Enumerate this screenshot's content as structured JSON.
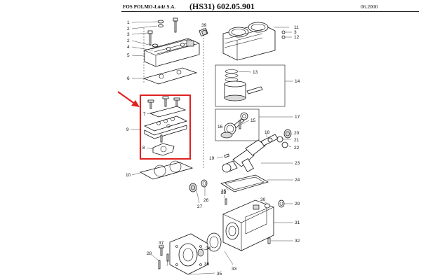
{
  "header": {
    "manufacturer": "FOS POLMO-Łódź S.A.",
    "part_number": "(HS31) 602.05.901",
    "date": "06.2000"
  },
  "highlight_color": "#e02020",
  "callouts": {
    "c1": "1",
    "c2a": "2",
    "c3a": "3",
    "c2b": "2",
    "c4": "4",
    "c5": "5",
    "c6": "6",
    "c7": "7",
    "c8": "8",
    "c9": "9",
    "c10": "10",
    "c11": "11",
    "c3b": "3",
    "c12": "12",
    "c39": "39",
    "c13": "13",
    "c14": "14",
    "c15": "15",
    "c16": "16",
    "c17": "17",
    "c18": "18",
    "c20": "20",
    "c21": "21",
    "c22": "22",
    "c19": "19",
    "c23": "23",
    "c24": "24",
    "c25": "25",
    "c26": "26",
    "c27": "27",
    "c28a": "28",
    "c29": "29",
    "c30": "30",
    "c31": "31",
    "c32": "32",
    "c28b": "28",
    "c37": "37",
    "c36": "36",
    "c34": "34",
    "c33": "33",
    "c35": "35"
  }
}
